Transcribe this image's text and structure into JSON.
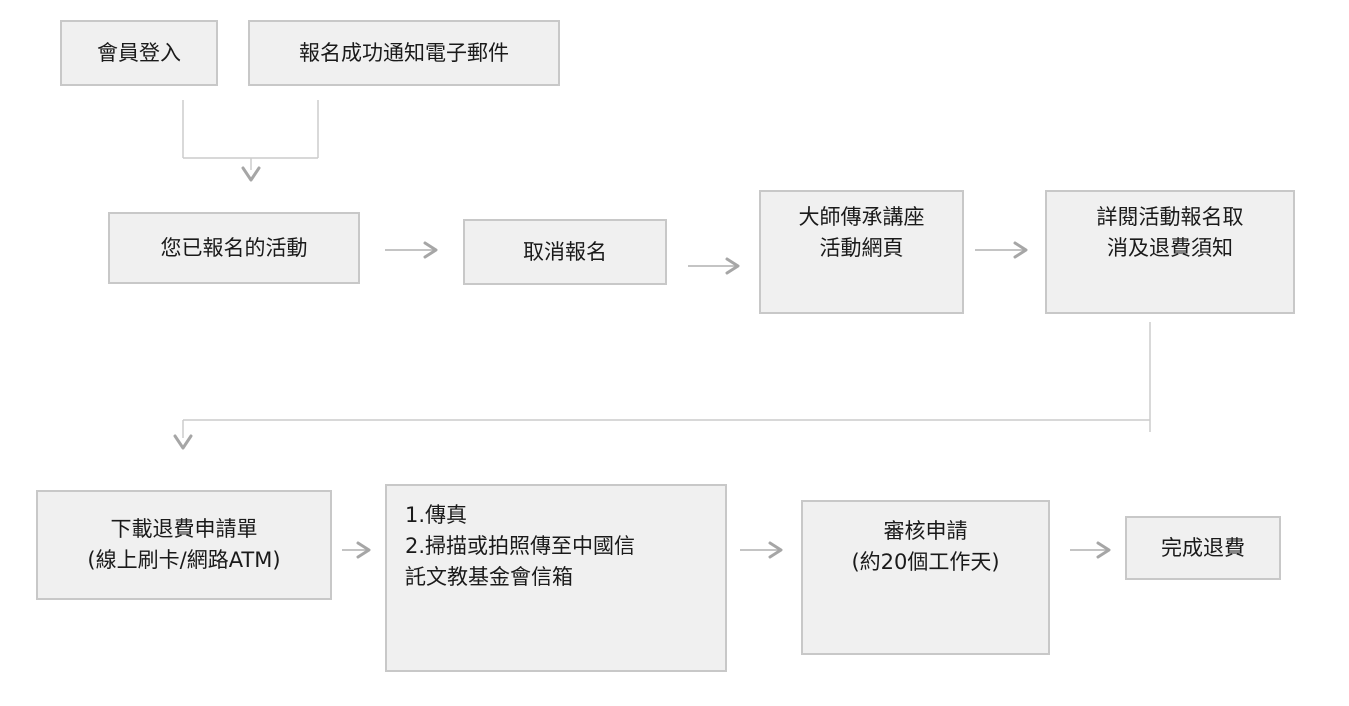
{
  "nodes": {
    "member_login": "會員登入",
    "email_notice": "報名成功通知電子郵件",
    "my_activities": "您已報名的活動",
    "cancel_registration": "取消報名",
    "lecture_page": [
      "大師傳承講座",
      "活動網頁"
    ],
    "refund_rules": [
      "詳閱活動報名取",
      "消及退費須知"
    ],
    "download_form": [
      "下載退費申請單",
      "(線上刷卡/網路ATM)"
    ],
    "submit_methods": [
      "1.傳真",
      "2.掃描或拍照傳至中國信",
      "託文教基金會信箱"
    ],
    "review": [
      "審核申請",
      "(約20個工作天)"
    ],
    "done": "完成退費"
  },
  "colors": {
    "box_fill": "#f0f0f0",
    "box_border": "#c8c8c8",
    "arrow": "#a6a6a6",
    "line": "#cccccc"
  }
}
